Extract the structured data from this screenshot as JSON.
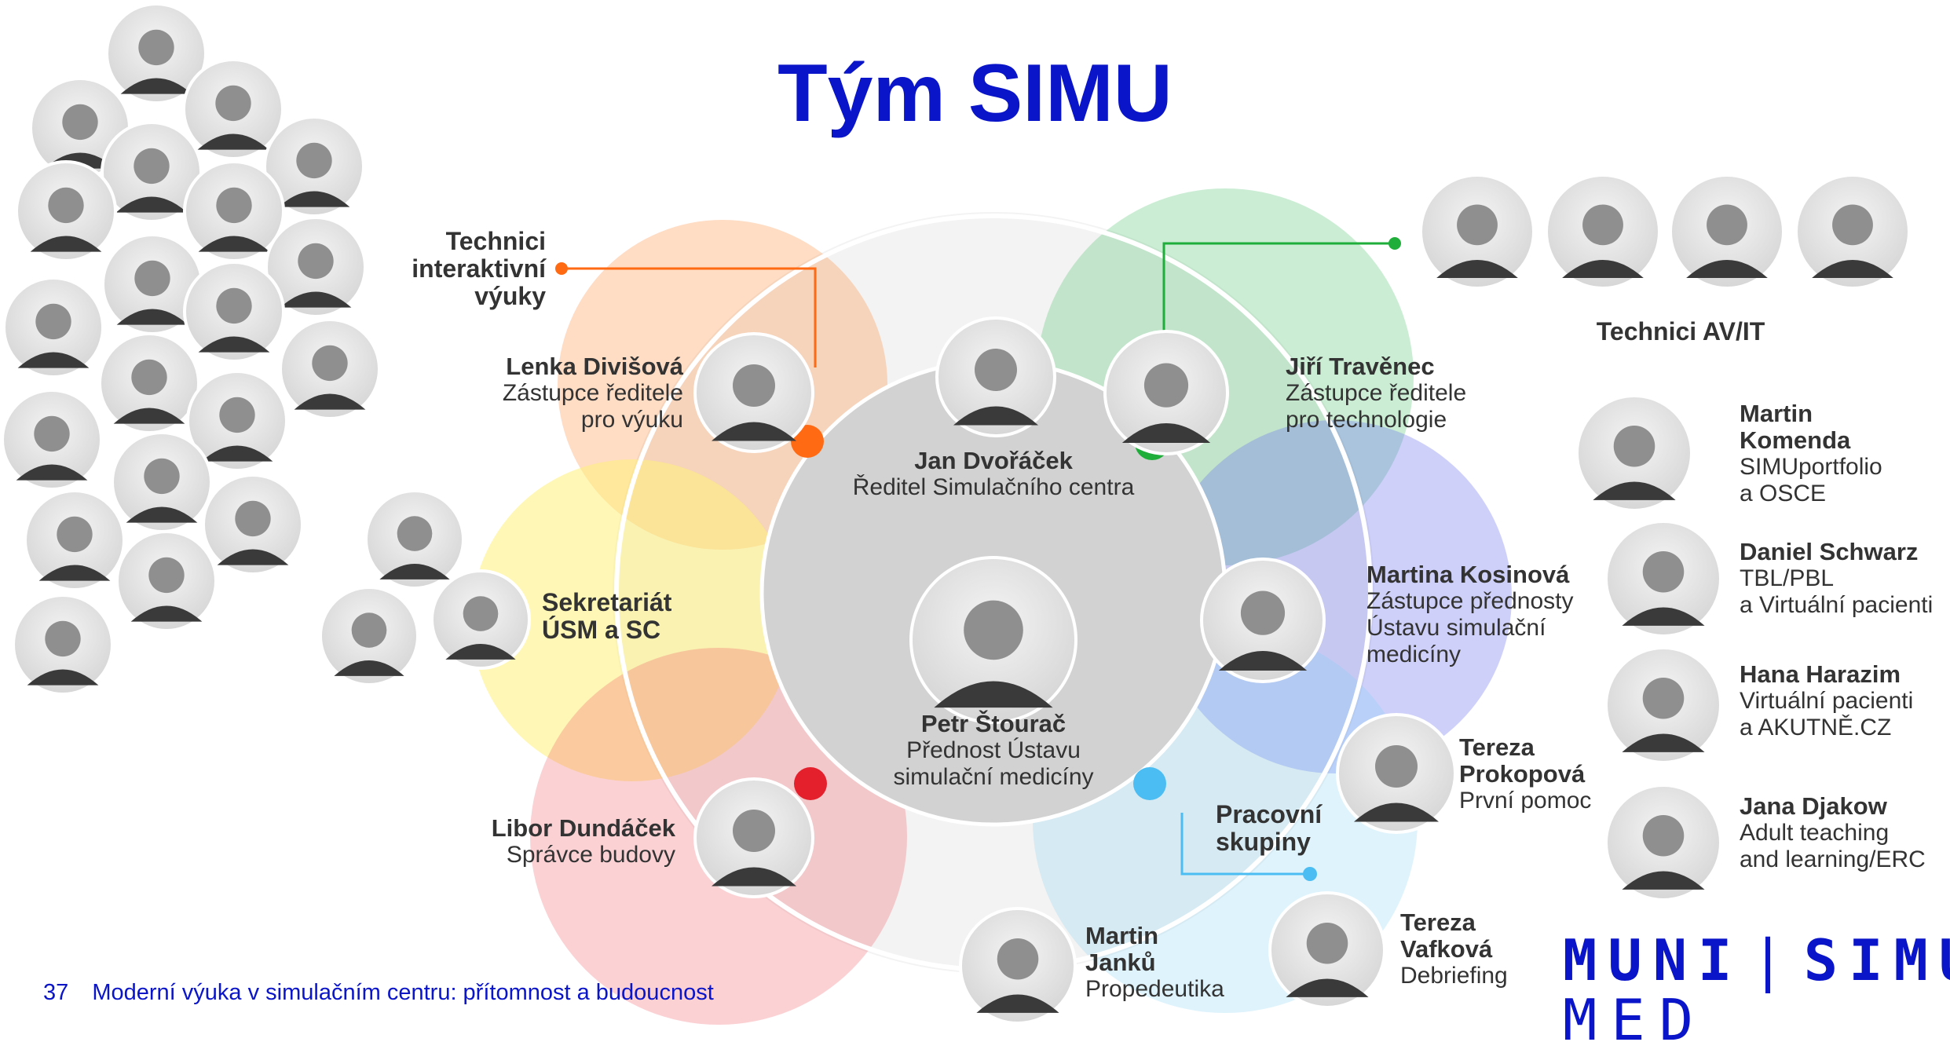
{
  "title": "Tým SIMU",
  "colors": {
    "brand_blue": "#0a14c8",
    "orange": "#ff6a13",
    "green": "#1fae3a",
    "navy": "#1522d6",
    "red": "#e4202d",
    "light_blue": "#4cbdf2"
  },
  "center": {
    "director": {
      "name": "Jan Dvořáček",
      "role": "Ředitel Simulačního centra"
    },
    "head": {
      "name": "Petr Štourač",
      "role_line1": "Přednost Ústavu",
      "role_line2": "simulační medicíny"
    }
  },
  "people": {
    "divisova": {
      "name": "Lenka Divišová",
      "role_line1": "Zástupce ředitele",
      "role_line2": "pro výuku"
    },
    "travenec": {
      "name": "Jiří Travěnec",
      "role_line1": "Zástupce ředitele",
      "role_line2": "pro technologie"
    },
    "kosinova": {
      "name": "Martina Kosinová",
      "role_line1": "Zástupce přednosty",
      "role_line2": "Ústavu simulační",
      "role_line3": "medicíny"
    },
    "dundacek": {
      "name": "Libor Dundáček",
      "role": "Správce budovy"
    },
    "janku": {
      "name_line1": "Martin",
      "name_line2": "Janků",
      "role": "Propedeutika"
    },
    "vafkova": {
      "name_line1": "Tereza",
      "name_line2": "Vafková",
      "role": "Debriefing"
    },
    "prokopova": {
      "name_line1": "Tereza",
      "name_line2": "Prokopová",
      "role": "První pomoc"
    }
  },
  "groups": {
    "technici_vyuky": {
      "line1": "Technici",
      "line2": "interaktivní",
      "line3": "výuky"
    },
    "sekretariat": {
      "line1": "Sekretariát",
      "line2": "ÚSM a SC"
    },
    "pracovni": {
      "line1": "Pracovní",
      "line2": "skupiny"
    },
    "technici_av": "Technici AV/IT"
  },
  "leads": [
    {
      "name_line1": "Martin",
      "name_line2": "Komenda",
      "role_line1": "SIMUportfolio",
      "role_line2": "a OSCE"
    },
    {
      "name_line1": "Daniel Schwarz",
      "role_line1": "TBL/PBL",
      "role_line2": "a Virtuální pacienti"
    },
    {
      "name_line1": "Hana Harazim",
      "role_line1": "Virtuální pacienti",
      "role_line2": "a AKUTNĚ.CZ"
    },
    {
      "name_line1": "Jana Djakow",
      "role_line1": "Adult teaching",
      "role_line2": "and learning/ERC"
    }
  ],
  "footer": {
    "page": "37",
    "text": "Moderní výuka v simulačním centru: přítomnost a budoucnost"
  },
  "logo": {
    "muni": "MUNI",
    "sep": "|",
    "simu": "SIMU",
    "med": "MED"
  }
}
